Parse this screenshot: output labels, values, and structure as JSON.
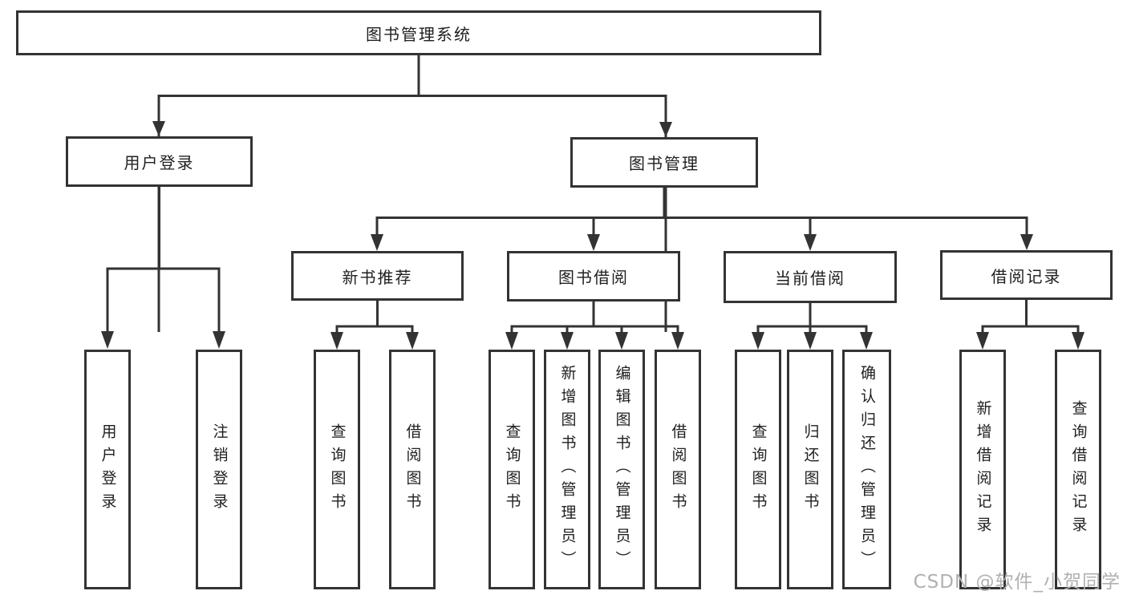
{
  "tree": {
    "label": "图书管理系统",
    "children": [
      {
        "label": "用户登录",
        "children": [
          {
            "label": "用户登录"
          },
          {
            "label": "注销登录"
          }
        ]
      },
      {
        "label": "图书管理",
        "children": [
          {
            "label": "新书推荐",
            "children": [
              {
                "label": "查询图书"
              },
              {
                "label": "借阅图书"
              }
            ]
          },
          {
            "label": "图书借阅",
            "children": [
              {
                "label": "查询图书"
              },
              {
                "label": "新增图书（管理员）"
              },
              {
                "label": "编辑图书（管理员）"
              },
              {
                "label": "借阅图书"
              }
            ]
          },
          {
            "label": "当前借阅",
            "children": [
              {
                "label": "查询图书"
              },
              {
                "label": "归还图书"
              },
              {
                "label": "确认归还（管理员）"
              }
            ]
          },
          {
            "label": "借阅记录",
            "children": [
              {
                "label": "新增借阅记录"
              },
              {
                "label": "查询借阅记录"
              }
            ]
          }
        ]
      }
    ]
  },
  "watermark": "CSDN @软件_小贺同学",
  "colors": {
    "line": "#333333",
    "text": "#1f1f1f",
    "watermark": "#b0b0b0",
    "background": "#ffffff"
  }
}
